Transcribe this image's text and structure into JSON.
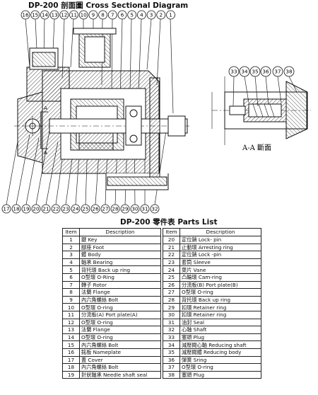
{
  "titles": {
    "diagram": "DP-200 剖面圖 Cross Sectional Diagram",
    "parts": "DP-200 零件表 Parts List"
  },
  "callouts_top": [
    "16",
    "15",
    "14",
    "13",
    "12",
    "11",
    "10",
    "9",
    "8",
    "7",
    "6",
    "5",
    "4",
    "3",
    "2",
    "1"
  ],
  "callouts_bottom": [
    "17",
    "18",
    "19",
    "20",
    "21",
    "22",
    "23",
    "24",
    "25",
    "26",
    "27",
    "28",
    "29",
    "30",
    "31",
    "32"
  ],
  "callouts_right": [
    "33",
    "34",
    "35",
    "36",
    "37",
    "38"
  ],
  "section_marks": {
    "a_upper": "A",
    "a_lower": "A",
    "aa_label": "A-A 斷面"
  },
  "parts_table": {
    "header": {
      "item": "Item",
      "description": "Description"
    },
    "left": [
      {
        "item": "1",
        "desc": "鍵 Key"
      },
      {
        "item": "2",
        "desc": "腳座 Foot"
      },
      {
        "item": "3",
        "desc": "體 Body"
      },
      {
        "item": "4",
        "desc": "軸承 Bearing"
      },
      {
        "item": "5",
        "desc": "背托環 Back up ring"
      },
      {
        "item": "6",
        "desc": "O型環 O-Ring"
      },
      {
        "item": "7",
        "desc": "轉子 Rotor"
      },
      {
        "item": "8",
        "desc": "法蘭 Flange"
      },
      {
        "item": "9",
        "desc": "內六角螺絲 Bolt"
      },
      {
        "item": "10",
        "desc": "O型環 O-ring"
      },
      {
        "item": "11",
        "desc": "分流板(A) Port    plate(A)"
      },
      {
        "item": "12",
        "desc": "O型環 O-ring"
      },
      {
        "item": "13",
        "desc": "法蘭 Flange"
      },
      {
        "item": "14",
        "desc": "O型環 O-ring"
      },
      {
        "item": "15",
        "desc": "內六角螺絲 Bolt"
      },
      {
        "item": "16",
        "desc": "銘板 Nameplate"
      },
      {
        "item": "17",
        "desc": "蓋 Cover"
      },
      {
        "item": "18",
        "desc": "內六角螺絲 Bolt"
      },
      {
        "item": "19",
        "desc": "針狀軸承 Needle shaft seal"
      }
    ],
    "right": [
      {
        "item": "20",
        "desc": "定位銷 Lock- pin"
      },
      {
        "item": "21",
        "desc": "止動環 Arresting ring"
      },
      {
        "item": "22",
        "desc": "定位銷 Lock -pin"
      },
      {
        "item": "23",
        "desc": "套筒 Sleeve"
      },
      {
        "item": "24",
        "desc": "葉片 Vane"
      },
      {
        "item": "25",
        "desc": "凸輪環 Cam-ring"
      },
      {
        "item": "26",
        "desc": "分流板(B) Port    plate(B)"
      },
      {
        "item": "27",
        "desc": "O型環 O-ring"
      },
      {
        "item": "28",
        "desc": "背托環 Back up ring"
      },
      {
        "item": "29",
        "desc": "扣環 Retainer ring"
      },
      {
        "item": "30",
        "desc": "扣環 Retainer ring"
      },
      {
        "item": "31",
        "desc": "油封 Seal"
      },
      {
        "item": "32",
        "desc": "心軸 Shaft"
      },
      {
        "item": "33",
        "desc": "塞頭 Plug"
      },
      {
        "item": "34",
        "desc": "減壓閥心軸 Reducing shaft"
      },
      {
        "item": "35",
        "desc": "減壓閥體 Reducing body"
      },
      {
        "item": "36",
        "desc": "彈簧 Sring"
      },
      {
        "item": "37",
        "desc": "O型環 O-ring"
      },
      {
        "item": "38",
        "desc": "塞頭 Plug"
      }
    ]
  }
}
